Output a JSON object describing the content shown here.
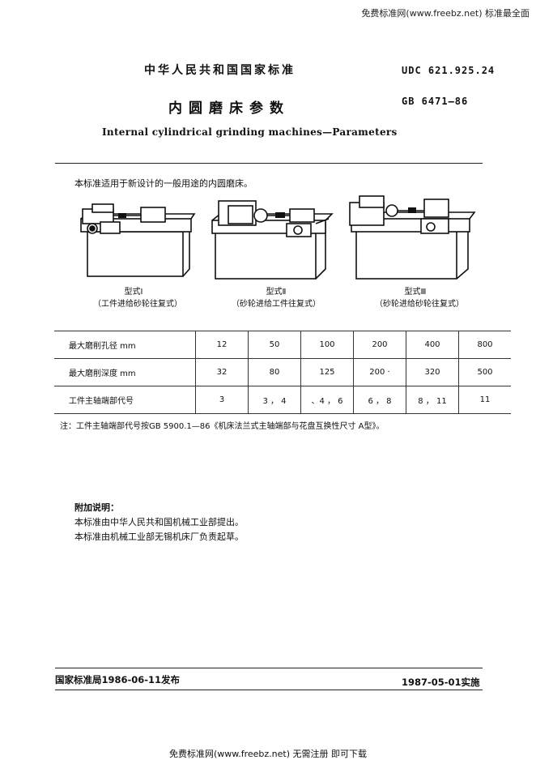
{
  "site_header": "免费标准网(www.freebz.net) 标准最全面",
  "authority": "中华人民共和国国家标准",
  "udc": "UDC 621.925.24",
  "gb_number": "GB 6471—86",
  "title_cn": "内圆磨床参数",
  "title_en": "Internal cylindrical grinding machines—Parameters",
  "scope": "本标准适用于新设计的一般用途的内圆磨床。",
  "figures": [
    {
      "type_label": "型式Ⅰ",
      "desc": "（工件进给砂轮往复式）"
    },
    {
      "type_label": "型式Ⅱ",
      "desc": "（砂轮进给工件往复式）"
    },
    {
      "type_label": "型式Ⅲ",
      "desc": "（砂轮进给砂轮往复式）"
    }
  ],
  "table": {
    "rows": [
      {
        "label": "最大磨削孔径    mm",
        "values": [
          "12",
          "50",
          "100",
          "200",
          "400",
          "800"
        ]
      },
      {
        "label": "最大磨削深度    mm",
        "values": [
          "32",
          "80",
          "125",
          "200 ·",
          "320",
          "500"
        ]
      },
      {
        "label": "工件主轴端部代号",
        "values": [
          "3",
          "3 ， 4",
          "、4 ， 6",
          "6 ， 8",
          "8 ， 11",
          "11"
        ]
      }
    ]
  },
  "note": "注：工件主轴端部代号按GB  5900.1—86《机床法兰式主轴端部与花盘互换性尺寸   A型》。",
  "additional": {
    "heading": "附加说明：",
    "lines": [
      "本标准由中华人民共和国机械工业部提出。",
      "本标准由机械工业部无锡机床厂负责起草。"
    ]
  },
  "footer": {
    "issued": "国家标准局1986-06-11发布",
    "effective": "1987-05-01实施",
    "site": "免费标准网(www.freebz.net) 无需注册 即可下载"
  }
}
